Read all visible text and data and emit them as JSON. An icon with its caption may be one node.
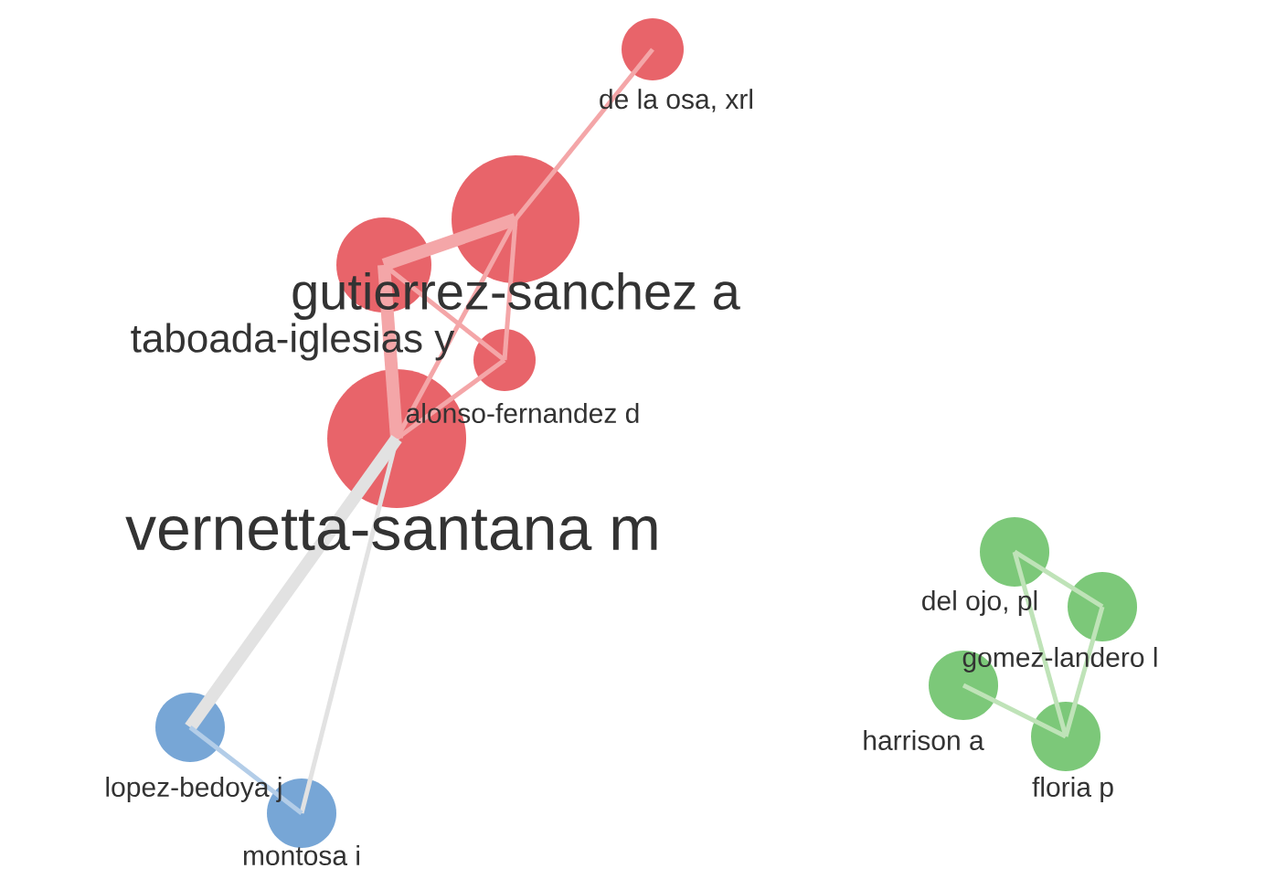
{
  "diagram": {
    "nodes": [
      {
        "text": [
          "de la osa, xrl"
        ]
      },
      {
        "text": [
          "gutierrez-sanchez a"
        ]
      },
      {
        "text": [
          "taboada-iglesias y"
        ]
      },
      {
        "text": [
          "alonso-fernandez d"
        ]
      },
      {
        "text": [
          "vernetta-santana m"
        ]
      },
      {
        "text": [
          "lopez-bedoya j"
        ]
      },
      {
        "text": [
          "montosa i"
        ]
      },
      {
        "text": [
          "del ojo, pl"
        ]
      },
      {
        "text": [
          "gomez-landero l"
        ]
      },
      {
        "text": [
          "harrison a"
        ]
      },
      {
        "text": [
          "floria p"
        ]
      }
    ],
    "edges": [
      {
        "from": 0,
        "to": 1,
        "arrow": "none"
      },
      {
        "from": 1,
        "to": 2,
        "arrow": "none",
        "style": "thick"
      },
      {
        "from": 1,
        "to": 3,
        "arrow": "none"
      },
      {
        "from": 1,
        "to": 4,
        "arrow": "none"
      },
      {
        "from": 2,
        "to": 3,
        "arrow": "none"
      },
      {
        "from": 2,
        "to": 4,
        "arrow": "none",
        "style": "thick"
      },
      {
        "from": 3,
        "to": 4,
        "arrow": "none"
      },
      {
        "from": 4,
        "to": 5,
        "arrow": "none",
        "style": "thick",
        "color": "#e2e2e2"
      },
      {
        "from": 4,
        "to": 6,
        "arrow": "none",
        "color": "#e2e2e2"
      },
      {
        "from": 5,
        "to": 6,
        "arrow": "none",
        "color": "#b3cde8"
      },
      {
        "from": 7,
        "to": 8,
        "arrow": "none",
        "color": "#bfe3b8"
      },
      {
        "from": 7,
        "to": 10,
        "arrow": "none",
        "color": "#bfe3b8"
      },
      {
        "from": 8,
        "to": 10,
        "arrow": "none",
        "color": "#bfe3b8"
      },
      {
        "from": 9,
        "to": 10,
        "arrow": "none",
        "color": "#bfe3b8"
      }
    ]
  }
}
